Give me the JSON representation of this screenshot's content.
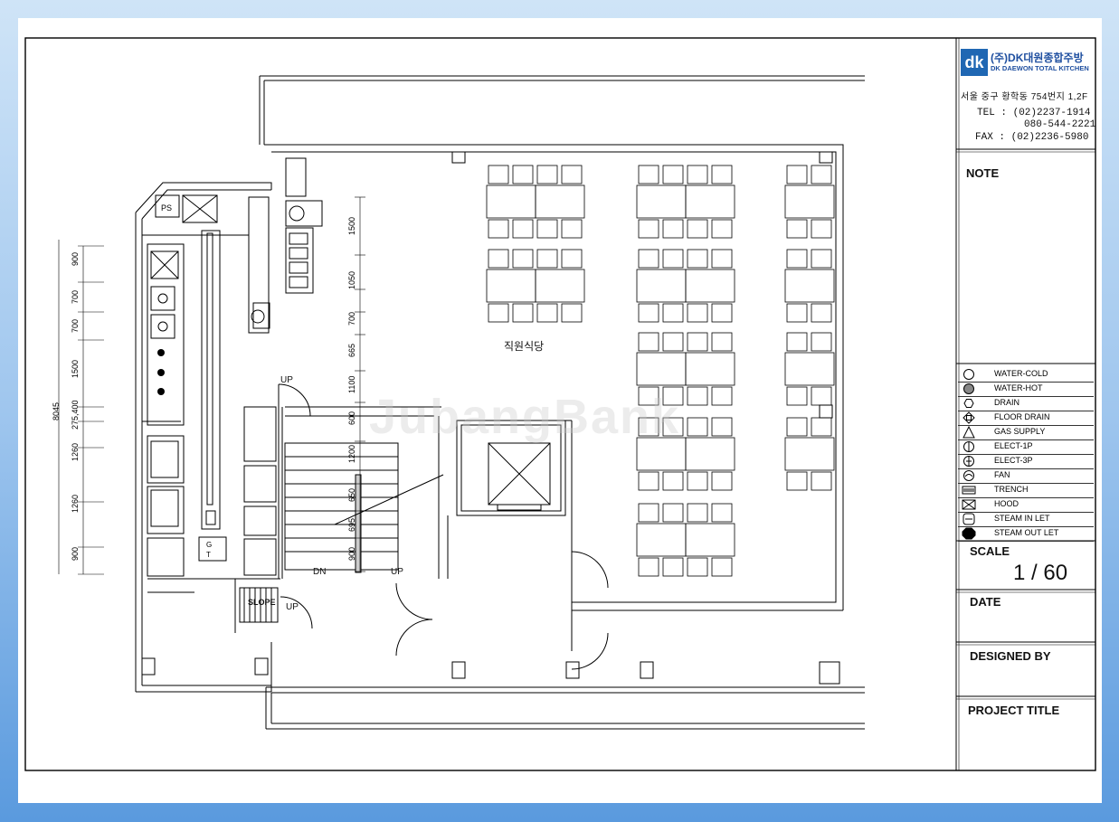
{
  "company": {
    "logo_mark": "dk",
    "name_ko": "(주)DK대원종합주방",
    "name_en": "DK DAEWON TOTAL KITCHEN",
    "address": "서울 중구 황학동 754번지 1,2F",
    "tel_label": "TEL : (02)2237-1914",
    "tel_2": "080-544-2221",
    "fax_label": "FAX : (02)2236-5980"
  },
  "titleblock": {
    "note": "NOTE",
    "scale_label": "SCALE",
    "scale_value": "1 / 60",
    "date_label": "DATE",
    "designed_by_label": "DESIGNED BY",
    "project_title_label": "PROJECT TITLE"
  },
  "legend": [
    {
      "icon": "water-cold-icon",
      "label": "WATER-COLD"
    },
    {
      "icon": "water-hot-icon",
      "label": "WATER-HOT"
    },
    {
      "icon": "drain-icon",
      "label": "DRAIN"
    },
    {
      "icon": "floor-drain-icon",
      "label": "FLOOR DRAIN"
    },
    {
      "icon": "gas-supply-icon",
      "label": "GAS SUPPLY"
    },
    {
      "icon": "elect-1p-icon",
      "label": "ELECT-1P"
    },
    {
      "icon": "elect-3p-icon",
      "label": "ELECT-3P"
    },
    {
      "icon": "fan-icon",
      "label": "FAN"
    },
    {
      "icon": "trench-icon",
      "label": "TRENCH"
    },
    {
      "icon": "hood-icon",
      "label": "HOOD"
    },
    {
      "icon": "steam-inlet-icon",
      "label": "STEAM IN LET"
    },
    {
      "icon": "steam-outlet-icon",
      "label": "STEAM OUT LET"
    }
  ],
  "plan": {
    "room_label": "직원식당",
    "up_label": "UP",
    "dn_label": "DN",
    "slope_label": "SLOPE",
    "ps_label": "PS",
    "total_dim": "8045",
    "left_dims": [
      "900",
      "700",
      "700",
      "1500",
      "275,400",
      "1260",
      "1260",
      "900"
    ],
    "right_dims": [
      "1500",
      "1050",
      "700",
      "665",
      "1100",
      "600",
      "1200",
      "650",
      "695",
      "900"
    ],
    "watermark": "JubangBank"
  }
}
